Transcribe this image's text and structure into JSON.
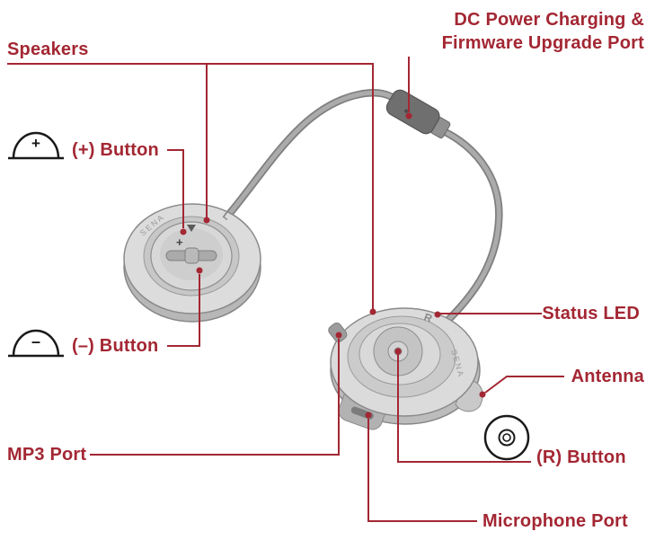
{
  "colors": {
    "label_red": "#A32733",
    "callout_line_red": "#A32733",
    "device_light_gray": "#DBDBDB",
    "device_mid_gray": "#C6C6C6",
    "device_edge_gray": "#8A8A8A",
    "connector_dark_gray": "#6F6F6F"
  },
  "labels": {
    "speakers": "Speakers",
    "dc_power_line1": "DC Power Charging &",
    "dc_power_line2": "Firmware Upgrade Port",
    "plus_button": "(+) Button",
    "minus_button": "(–) Button",
    "status_led": "Status LED",
    "antenna": "Antenna",
    "mp3_port": "MP3 Port",
    "r_button": "(R) Button",
    "microphone_port": "Microphone Port"
  },
  "icons": {
    "plus_button_glyph": "+",
    "minus_button_glyph": "–",
    "plus_button_icon": "dome-button-side-view",
    "minus_button_icon": "dome-button-side-view",
    "r_button_icon": "concentric-circles-button"
  },
  "device_markings": {
    "brand_left": "SENA",
    "brand_right": "SENA",
    "left_unit": "L",
    "right_unit": "R",
    "volume_plus": "+"
  }
}
